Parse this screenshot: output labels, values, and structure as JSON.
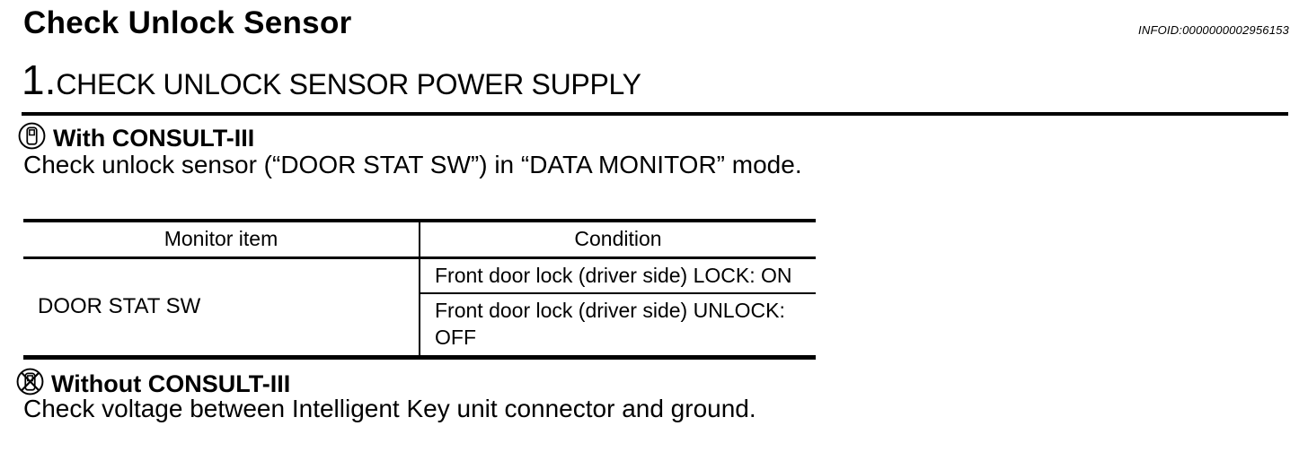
{
  "page": {
    "title": "Check Unlock Sensor",
    "infoid": "INFOID:0000000002956153"
  },
  "step1": {
    "number": "1.",
    "heading": "CHECK UNLOCK SENSOR POWER SUPPLY"
  },
  "with_consult": {
    "icon": "consult-tool-icon",
    "heading": "With CONSULT-III",
    "instruction": "Check unlock sensor (“DOOR STAT SW”) in “DATA MONITOR” mode."
  },
  "table": {
    "headers": [
      "Monitor item",
      "Condition"
    ],
    "rows": [
      {
        "monitor_item": "DOOR STAT SW",
        "conditions": [
          "Front door lock (driver side) LOCK: ON",
          "Front door lock (driver side) UNLOCK: OFF"
        ]
      }
    ]
  },
  "without_consult": {
    "icon": "consult-tool-crossed-icon",
    "heading": "Without CONSULT-III",
    "instruction": "Check voltage between Intelligent Key unit connector and ground."
  },
  "colors": {
    "text": "#000000",
    "background": "#ffffff"
  }
}
